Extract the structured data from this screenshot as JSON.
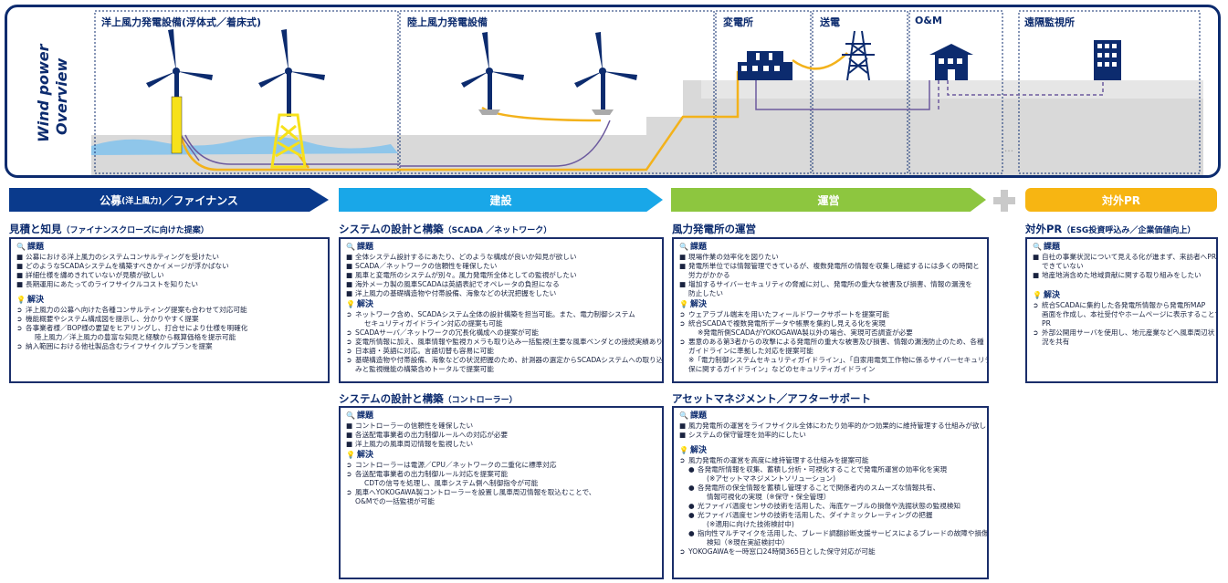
{
  "overview": {
    "title_line1": "Wind power",
    "title_line2": "Overview",
    "zones": {
      "offshore": "洋上風力発電設備(浮体式／着床式)",
      "onshore": "陸上風力発電設備",
      "substation": "変電所",
      "transmission": "送電",
      "om": "O&M",
      "remote": "遠隔監視所"
    },
    "colors": {
      "navy": "#0c2b6e",
      "cable_yellow": "#f3b21b",
      "cable_purple": "#6c5a9e",
      "sea": "#8fc6ea",
      "ground": "#d9d9d9",
      "turbine_yellow": "#f7e11a"
    }
  },
  "phases": {
    "p1_main": "公募",
    "p1_sub": "(洋上風力)",
    "p1_tail": "／ファイナンス",
    "p2": "建設",
    "p3": "運営",
    "p4": "対外PR",
    "colors": {
      "p1": "#0a3a8c",
      "p2": "#19a7e8",
      "p3": "#8dc63f",
      "p4": "#f7b512",
      "plus": "#c9c9c9"
    }
  },
  "sections": {
    "estimate": {
      "title": "見積と知見",
      "title_sub": "（ファイナンスクローズに向けた提案）",
      "issue_label": "課題",
      "issues": [
        "公募における洋上風力のシステムコンサルティングを受けたい",
        "どのようなSCADAシステムを構築すべきかイメージが浮かばない",
        "詳細仕様を纏めきれていないが見積が欲しい",
        "長期運用にあたってのライフサイクルコストを知りたい"
      ],
      "solution_label": "解決",
      "solutions": [
        "洋上風力の公募へ向けた各種コンサルティング提案も合わせて対応可能",
        "機能概要やシステム構成図を提示し、分かりやすく提案",
        "各事業者様／BOP様の要望をヒアリングし、打合せにより仕様を明確化",
        "陸上風力／洋上風力の豊富な知見と経験から概算価格を提示可能",
        "納入範囲における他社製品含むライフサイクルプランを提案"
      ]
    },
    "design_scada": {
      "title": "システムの設計と構築",
      "title_sub": "（SCADA ／ネットワーク）",
      "issue_label": "課題",
      "issues": [
        "全体システム設計するにあたり、どのような構成が良いか知見が欲しい",
        "SCADA／ネットワークの信頼性を確保したい",
        "風車と変電所のシステムが別々。風力発電所全体としての監視がしたい",
        "海外メーカ製の風車SCADAは英語表記でオペレータの負担になる",
        "洋上風力の基礎構造物や付帯設備、海象などの状況把握をしたい"
      ],
      "solution_label": "解決",
      "solutions": [
        "ネットワーク含め、SCADAシステム全体の設計構築を担当可能。また、電力制御システム",
        "セキュリティガイドライン対応の提案も可能",
        "SCADAサーバ／ネットワークの冗長化構成への提案が可能",
        "変電所情報に加え、風車情報や監視カメラも取り込み一括監視(主要な風車ベンダとの接続実績あり)",
        "日本語・英語に対応。言語切替も容易に可能",
        "基礎構造物や付帯設備、海象などの状況把握のため、計測器の選定からSCADAシステムへの取り込",
        "みと監視機能の構築含めトータルで提案可能"
      ]
    },
    "design_controller": {
      "title": "システムの設計と構築",
      "title_sub": "（コントローラー）",
      "issue_label": "課題",
      "issues": [
        "コントローラーの信頼性を確保したい",
        "各送配電事業者の出力制御ルールへの対応が必要",
        "洋上風力の風車周辺情報を監視したい"
      ],
      "solution_label": "解決",
      "solutions": [
        "コントローラーは電源／CPU／ネットワークの二重化に標準対応",
        "各送配電事業者の出力制御ルール対応を提案可能",
        "CDTの信号を処理し、風車システム側へ制御指令が可能",
        "風車へYOKOGAWA製コントローラーを設置し風車周辺情報を取込むことで、",
        "O&Mでの一括監視が可能"
      ]
    },
    "operation": {
      "title": "風力発電所の運営",
      "issue_label": "課題",
      "issues": [
        "現場作業の効率化を図りたい",
        "発電所単位では情報管理できているが、複数発電所の情報を収集し確認するには多くの時間と",
        "労力がかかる",
        "増加するサイバーセキュリティの脅威に対し、発電所の重大な被害及び損害、情報の漏洩を",
        "防止したい"
      ],
      "solution_label": "解決",
      "solutions": [
        "ウェアラブル端末を用いたフィールドワークサポートを提案可能",
        "統合SCADAで複数発電所データや帳票を集約し見える化を実現",
        "※発電所側SCADAがYOKOGAWA製以外の場合、実現可否調査が必要",
        "悪意のある第3者からの攻撃による発電所の重大な被害及び損害、情報の漏洩防止のため、各種",
        "ガイドラインに準拠した対応を提案可能",
        "※「電力制御システムセキュリティガイドライン」、「自家用電気工作物に係るサイバーセキュリティの確",
        "保に関するガイドライン」などのセキュリティガイドライン"
      ]
    },
    "asset": {
      "title": "アセットマネジメント／アフターサポート",
      "issue_label": "課題",
      "issues": [
        "風力発電所の運営をライフサイクル全体にわたり効率的かつ効果的に維持管理する仕組みが欲しい",
        "システムの保守管理を効率的にしたい"
      ],
      "solution_label": "解決",
      "solutions": [
        "風力発電所の運営を高度に維持管理する仕組みを提案可能",
        "各発電所情報を収集、蓄積し分析・可視化することで発電所運営の効率化を実現",
        "(※アセットマネジメントソリューション)",
        "各発電所の保全情報を蓄積し管理することで関係者内のスムーズな情報共有、",
        "情報可視化の実現（※保守・保全管理）",
        "光ファイバ温度センサの技術を活用した、海底ケーブルの損傷や洗掘状態の監視検知",
        "光ファイバ温度センサの技術を活用した、ダイナミックレーティングの把握",
        "(※適用に向けた技術検討中)",
        "指向性マルチマイクを活用した、ブレード調翻診断支援サービスによるブレードの故障や損傷の監視",
        "検知（※現在実証検討中）",
        "YOKOGAWAを一時窓口24時間365日とした保守対応が可能"
      ]
    },
    "pr": {
      "title": "対外PR",
      "title_sub": "（ESG投資呼込み／企業価値向上）",
      "issue_label": "課題",
      "issues": [
        "自社の事業状況について見える化が進まず、来訪者へPR",
        "できていない",
        "地産地消含めた地域貢献に関する取り組みをしたい"
      ],
      "solution_label": "解決",
      "solutions": [
        "統合SCADAに集約した各発電所情報から発電所MAP",
        "画面を作成し、本社受付やホームページに表示することで",
        "PR",
        "外部公開用サーバを使用し、地元産業などへ風車周辺状",
        "況を共有"
      ]
    }
  }
}
